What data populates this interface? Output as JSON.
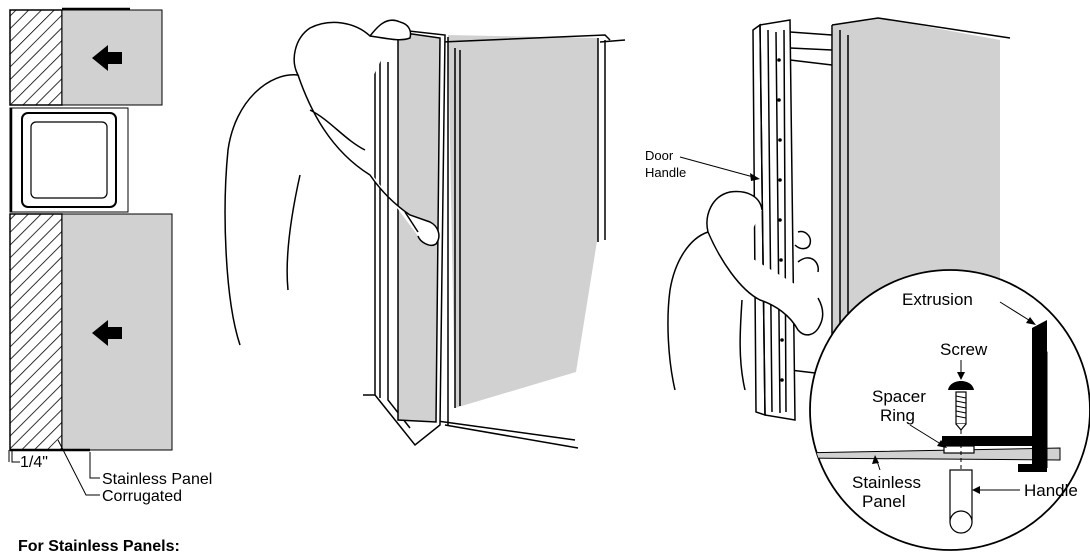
{
  "colors": {
    "panel_fill": "#d1d1d1",
    "line": "#000000",
    "background": "#ffffff"
  },
  "icons": [
    "arrow-left-icon",
    "door-hatching",
    "person-silhouette"
  ],
  "labels": {
    "quarter_inch": "1/4\"",
    "stainless_panel": "Stainless Panel",
    "corrugated": "Corrugated",
    "door_handle_line1": "Door",
    "door_handle_line2": "Handle",
    "extrusion": "Extrusion",
    "screw": "Screw",
    "spacer_ring_line1": "Spacer",
    "spacer_ring_line2": "Ring",
    "stainless_panel_line1": "Stainless",
    "stainless_panel_line2": "Panel",
    "handle": "Handle"
  },
  "caption": "For Stainless Panels:"
}
